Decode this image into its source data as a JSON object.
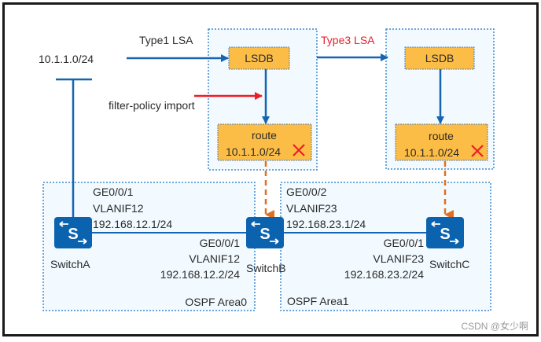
{
  "diagram": {
    "source_network": "10.1.1.0/24",
    "type1_label": "Type1 LSA",
    "type3_label": "Type3 LSA",
    "filter_label": "filter-policy import",
    "switchB_box": {
      "lsdb": "LSDB",
      "route_title": "route",
      "route_prefix": "10.1.1.0/24"
    },
    "switchC_box": {
      "lsdb": "LSDB",
      "route_title": "route",
      "route_prefix": "10.1.1.0/24"
    },
    "areas": {
      "area0": "OSPF Area0",
      "area1": "OSPF Area1"
    },
    "switches": {
      "a": {
        "name": "SwitchA",
        "icon_letter": "S"
      },
      "b": {
        "name": "SwitchB",
        "icon_letter": "S"
      },
      "c": {
        "name": "SwitchC",
        "icon_letter": "S"
      }
    },
    "interfaces": {
      "a_port": "GE0/0/1",
      "a_vlan": "VLANIF12",
      "a_ip": "192.168.12.1/24",
      "b1_port": "GE0/0/1",
      "b1_vlan": "VLANIF12",
      "b1_ip": "192.168.12.2/24",
      "b2_port": "GE0/0/2",
      "b2_vlan": "VLANIF23",
      "b2_ip": "192.168.23.1/24",
      "c_port": "GE0/0/1",
      "c_vlan": "VLANIF23",
      "c_ip": "192.168.23.2/24"
    },
    "colors": {
      "link_blue": "#1565b3",
      "filter_red": "#ee1c25",
      "install_orange": "#e07020",
      "box_fill": "#fcbd47",
      "area_fill": "#f2faff",
      "area_border": "#3d8ad0",
      "switch_fill": "#0b63b0"
    }
  },
  "watermark": "CSDN @女少啊"
}
